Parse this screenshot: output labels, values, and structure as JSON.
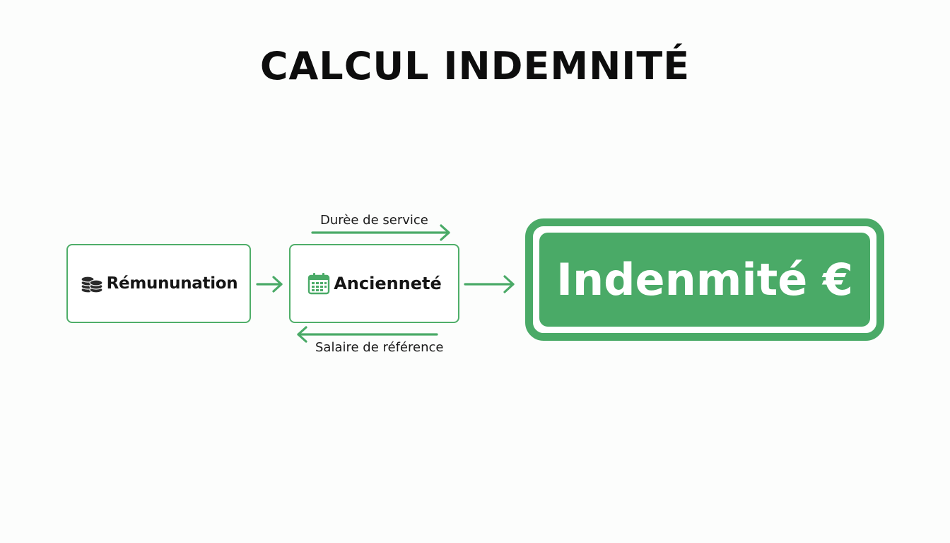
{
  "title": "CALCUL INDEMNITÉ",
  "nodes": {
    "remuneration": {
      "label": "Rémununation",
      "icon": "coins-stack-icon"
    },
    "anciennete": {
      "label": "Ancienneté",
      "icon": "calendar-icon"
    },
    "result": {
      "label": "Indenmité €"
    }
  },
  "edges": {
    "top_label": "Durèe de service",
    "bottom_label": "Salaire de référence"
  },
  "colors": {
    "accent": "#4aaa67",
    "text": "#0d0d0d",
    "background": "#fcfdfc"
  }
}
